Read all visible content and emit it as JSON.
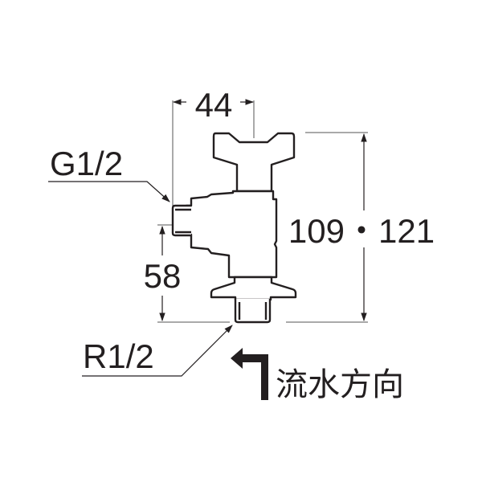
{
  "diagram": {
    "subject": "angle stop valve with cross handle",
    "dimensions": {
      "width_top": "44",
      "height_total": "109・121",
      "height_outlet": "58"
    },
    "labels": {
      "outlet_thread": "G1/2",
      "inlet_thread": "R1/2",
      "flow_direction": "流水方向"
    },
    "icons": {
      "flow_arrow": "bent-arrow-left-up-icon"
    },
    "colors": {
      "line": "#231f20",
      "dimension_line": "#555555",
      "background": "#ffffff"
    }
  }
}
